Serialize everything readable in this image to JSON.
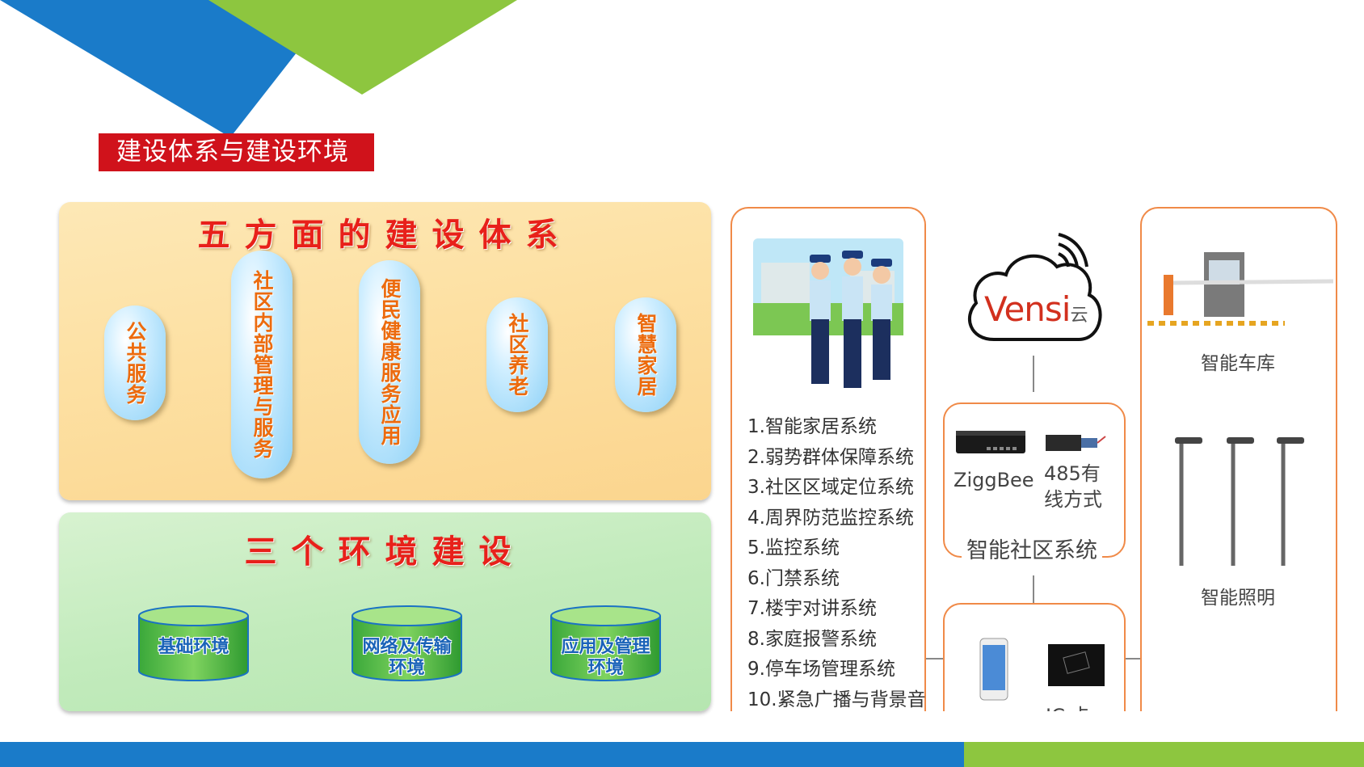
{
  "section_title": "建设体系与建设环境",
  "colors": {
    "corner_blue": "#1a7bc9",
    "corner_green": "#8dc63f",
    "title_red": "#d0121b",
    "accent_orange": "#f08a48",
    "heading_red": "#e8201a"
  },
  "five_aspects": {
    "heading": "五方面的建设体系",
    "items": [
      {
        "label": "公共服务"
      },
      {
        "label": "社区内部管理与服务"
      },
      {
        "label": "便民健康服务应用"
      },
      {
        "label": "社区养老"
      },
      {
        "label": "智慧家居"
      }
    ]
  },
  "three_environments": {
    "heading": "三个环境建设",
    "items": [
      {
        "line1": "基础环境",
        "line2": ""
      },
      {
        "line1": "网络及传输",
        "line2": "环境"
      },
      {
        "line1": "应用及管理",
        "line2": "环境"
      }
    ]
  },
  "systems_list": [
    "1.智能家居系统",
    "2.弱势群体保障系统",
    "3.社区区域定位系统",
    "4.周界防范监控系统",
    "5.监控系统",
    "6.门禁系统",
    "7.楼宇对讲系统",
    "8.家庭报警系统",
    "9.停车场管理系统",
    "10.紧急广播与背景音"
  ],
  "cloud": {
    "brand": "Vensi",
    "suffix": "云"
  },
  "community_system": {
    "label": "智能社区系统",
    "device1": "ZiggBee",
    "device2_line1": "485有",
    "device2_line2": "线方式",
    "partial_label": "IC 卡"
  },
  "right_column": {
    "garage_label": "智能车库",
    "lighting_label": "智能照明"
  }
}
